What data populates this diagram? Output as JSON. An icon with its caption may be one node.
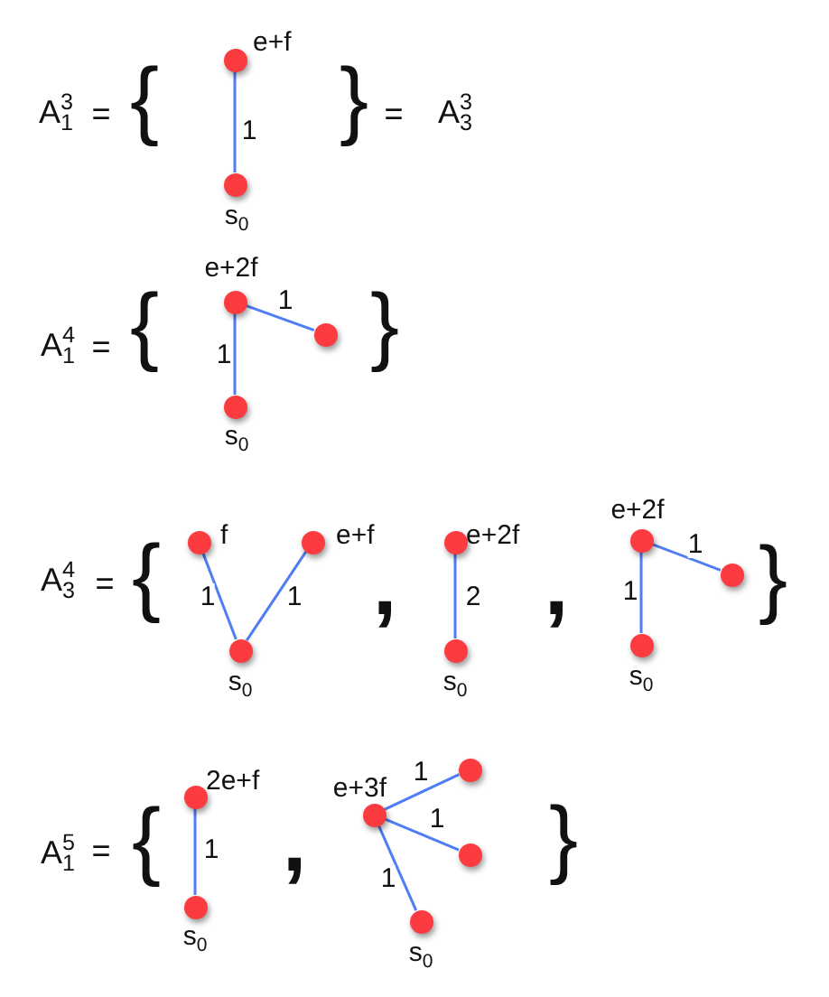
{
  "diagram": {
    "nodes": [
      {
        "text": [],
        "shape": "circle",
        "beside": [
          "e+f"
        ]
      },
      {
        "text": [],
        "shape": "circle",
        "beside": [
          "s$_{0}$"
        ]
      },
      {
        "text": [],
        "shape": "circle",
        "beside": [
          "e+2f"
        ]
      },
      {
        "text": [],
        "shape": "circle"
      },
      {
        "text": [],
        "shape": "circle",
        "beside": [
          "s$_{0}$"
        ]
      },
      {
        "text": [],
        "shape": "circle",
        "beside": [
          "f"
        ]
      },
      {
        "text": [],
        "shape": "circle",
        "beside": [
          "e+f"
        ]
      },
      {
        "text": [],
        "shape": "circle",
        "beside": [
          "s$_{0}$"
        ]
      },
      {
        "text": [],
        "shape": "circle",
        "beside": [
          "e+2f"
        ]
      },
      {
        "text": [],
        "shape": "circle",
        "beside": [
          "s$_{0}$"
        ]
      },
      {
        "text": [],
        "shape": "circle",
        "beside": [
          "e+2f"
        ]
      },
      {
        "text": [],
        "shape": "circle"
      },
      {
        "text": [],
        "shape": "circle",
        "beside": [
          "s$_{0}$"
        ]
      },
      {
        "text": [],
        "shape": "circle",
        "beside": [
          "2e+f"
        ]
      },
      {
        "text": [],
        "shape": "circle",
        "beside": [
          "s$_{0}$"
        ]
      },
      {
        "text": [],
        "shape": "circle"
      },
      {
        "text": [],
        "shape": "circle",
        "beside": [
          "e+3f"
        ]
      },
      {
        "text": [],
        "shape": "circle"
      },
      {
        "text": [],
        "shape": "circle",
        "beside": [
          "s$_{0}$"
        ]
      }
    ],
    "edges": [
      {
        "from": 0,
        "to": 1,
        "arrow": "none",
        "label": "1"
      },
      {
        "from": 2,
        "to": 3,
        "arrow": "none",
        "label": "1"
      },
      {
        "from": 2,
        "to": 4,
        "arrow": "none",
        "label": "1"
      },
      {
        "from": 5,
        "to": 7,
        "arrow": "none",
        "label": "1"
      },
      {
        "from": 6,
        "to": 7,
        "arrow": "none",
        "label": "1"
      },
      {
        "from": 8,
        "to": 9,
        "arrow": "none",
        "label": "2"
      },
      {
        "from": 10,
        "to": 11,
        "arrow": "none",
        "label": "1"
      },
      {
        "from": 10,
        "to": 12,
        "arrow": "none",
        "label": "1"
      },
      {
        "from": 13,
        "to": 14,
        "arrow": "none",
        "label": "1"
      },
      {
        "from": 16,
        "to": 15,
        "arrow": "none",
        "label": "1"
      },
      {
        "from": 16,
        "to": 17,
        "arrow": "none",
        "label": "1"
      },
      {
        "from": 16,
        "to": 18,
        "arrow": "none",
        "label": "1"
      }
    ],
    "labels": [
      "A$^{3}$$_{1}$",
      "=",
      "{",
      "}",
      "=",
      "A$^{3}$$_{3}$",
      "A$^{4}$$_{1}$",
      "=",
      "{",
      "}",
      "A$^{4}$$_{3}$",
      "=",
      "{",
      ",",
      ",",
      "}",
      "A$^{5}$$_{1}$",
      "=",
      "{",
      ",",
      "}"
    ]
  }
}
